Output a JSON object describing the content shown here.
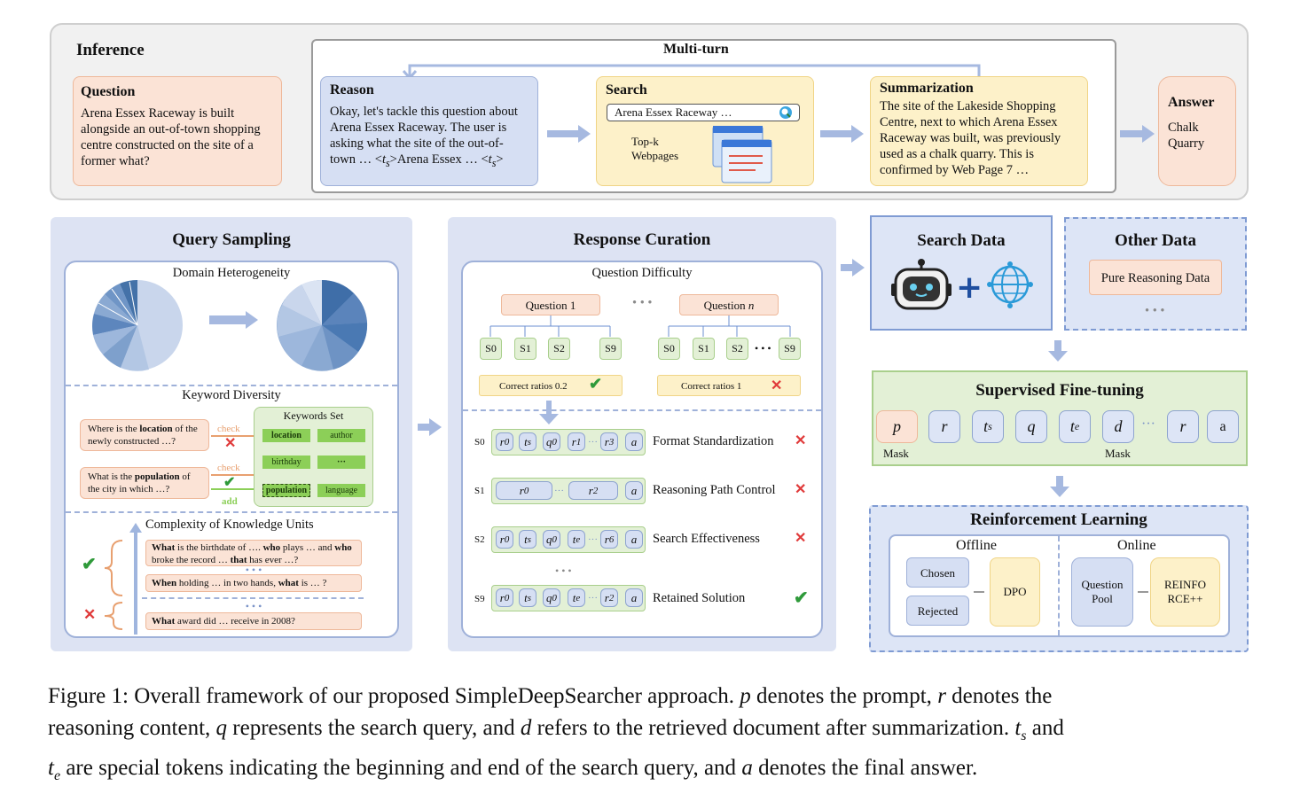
{
  "inference": {
    "title": "Inference",
    "multiturn": "Multi-turn",
    "question": {
      "title": "Question",
      "text": "Arena Essex Raceway is built alongside an out-of-town shopping centre constructed on the site of a former what?"
    },
    "reason": {
      "title": "Reason",
      "text": "Okay, let's tackle this question about Arena Essex Raceway. The user is asking what the site of the out-of-town … <ts>Arena Essex … <ts>"
    },
    "search": {
      "title": "Search",
      "query": "Arena Essex Raceway …",
      "topk": "Top-k Webpages"
    },
    "summarization": {
      "title": "Summarization",
      "text": "The site of the Lakeside Shopping Centre, next to which Arena Essex Raceway was built, was previously used as a chalk quarry. This is confirmed by Web Page 7 …"
    },
    "answer": {
      "title": "Answer",
      "text": "Chalk Quarry"
    }
  },
  "query_sampling": {
    "title": "Query Sampling",
    "domain": "Domain Heterogeneity",
    "keyword": "Keyword Diversity",
    "q1_a": "Where is the ",
    "q1_b": "location",
    "q1_c": " of the newly constructed …?",
    "q2_a": "What is the ",
    "q2_b": "population",
    "q2_c": " of the city in which …?",
    "check": "check",
    "add": "add",
    "kw_set": "Keywords Set",
    "keywords": [
      "location",
      "author",
      "birthday",
      "···",
      "population",
      "language"
    ],
    "complexity": "Complexity of Knowledge Units",
    "c1_a": "What",
    "c1_b": " is the birthdate of …. ",
    "c1_c": "who",
    "c1_d": " plays … and ",
    "c1_e": "who",
    "c1_f": " broke the record … ",
    "c1_g": "that",
    "c1_h": " has ever …?",
    "c2_a": "When",
    "c2_b": " holding … in two hands, ",
    "c2_c": "what",
    "c2_d": " is … ?",
    "c3_a": "What",
    "c3_b": " award did … receive in 2008?"
  },
  "response_curation": {
    "title": "Response Curation",
    "difficulty": "Question Difficulty",
    "q1": "Question 1",
    "qn": "Question ",
    "qn_italic": "n",
    "samples": [
      "S0",
      "S1",
      "S2",
      "S9"
    ],
    "ratio1": "Correct ratios 0.2",
    "ratio2": "Correct ratios 1",
    "rows": [
      {
        "label": "S0",
        "desc": "Format Standardization",
        "ok": false
      },
      {
        "label": "S1",
        "desc": "Reasoning Path Control",
        "ok": false
      },
      {
        "label": "S2",
        "desc": "Search Effectiveness",
        "ok": false
      },
      {
        "label": "S9",
        "desc": "Retained Solution",
        "ok": true
      }
    ]
  },
  "search_data": {
    "title": "Search Data"
  },
  "other_data": {
    "title": "Other Data",
    "item": "Pure Reasoning Data"
  },
  "sft": {
    "title": "Supervised Fine-tuning",
    "mask1": "Mask",
    "mask2": "Mask"
  },
  "rl": {
    "title": "Reinforcement Learning",
    "offline": "Offline",
    "online": "Online",
    "chosen": "Chosen",
    "rejected": "Rejected",
    "dpo": "DPO",
    "pool": "Question Pool",
    "reinforce": "REINFO RCE++"
  },
  "caption": {
    "line1_a": "Figure 1: Overall framework of our proposed SimpleDeepSearcher approach. ",
    "line1_b": " denotes the prompt, ",
    "line1_c": " denotes the",
    "line2_a": "reasoning content, ",
    "line2_b": " represents the search query, and ",
    "line2_c": " refers to the retrieved document after summarization. ",
    "line2_d": " and",
    "line3_a": " are special tokens indicating the beginning and end of the search query, and ",
    "line3_b": " denotes the final answer."
  }
}
